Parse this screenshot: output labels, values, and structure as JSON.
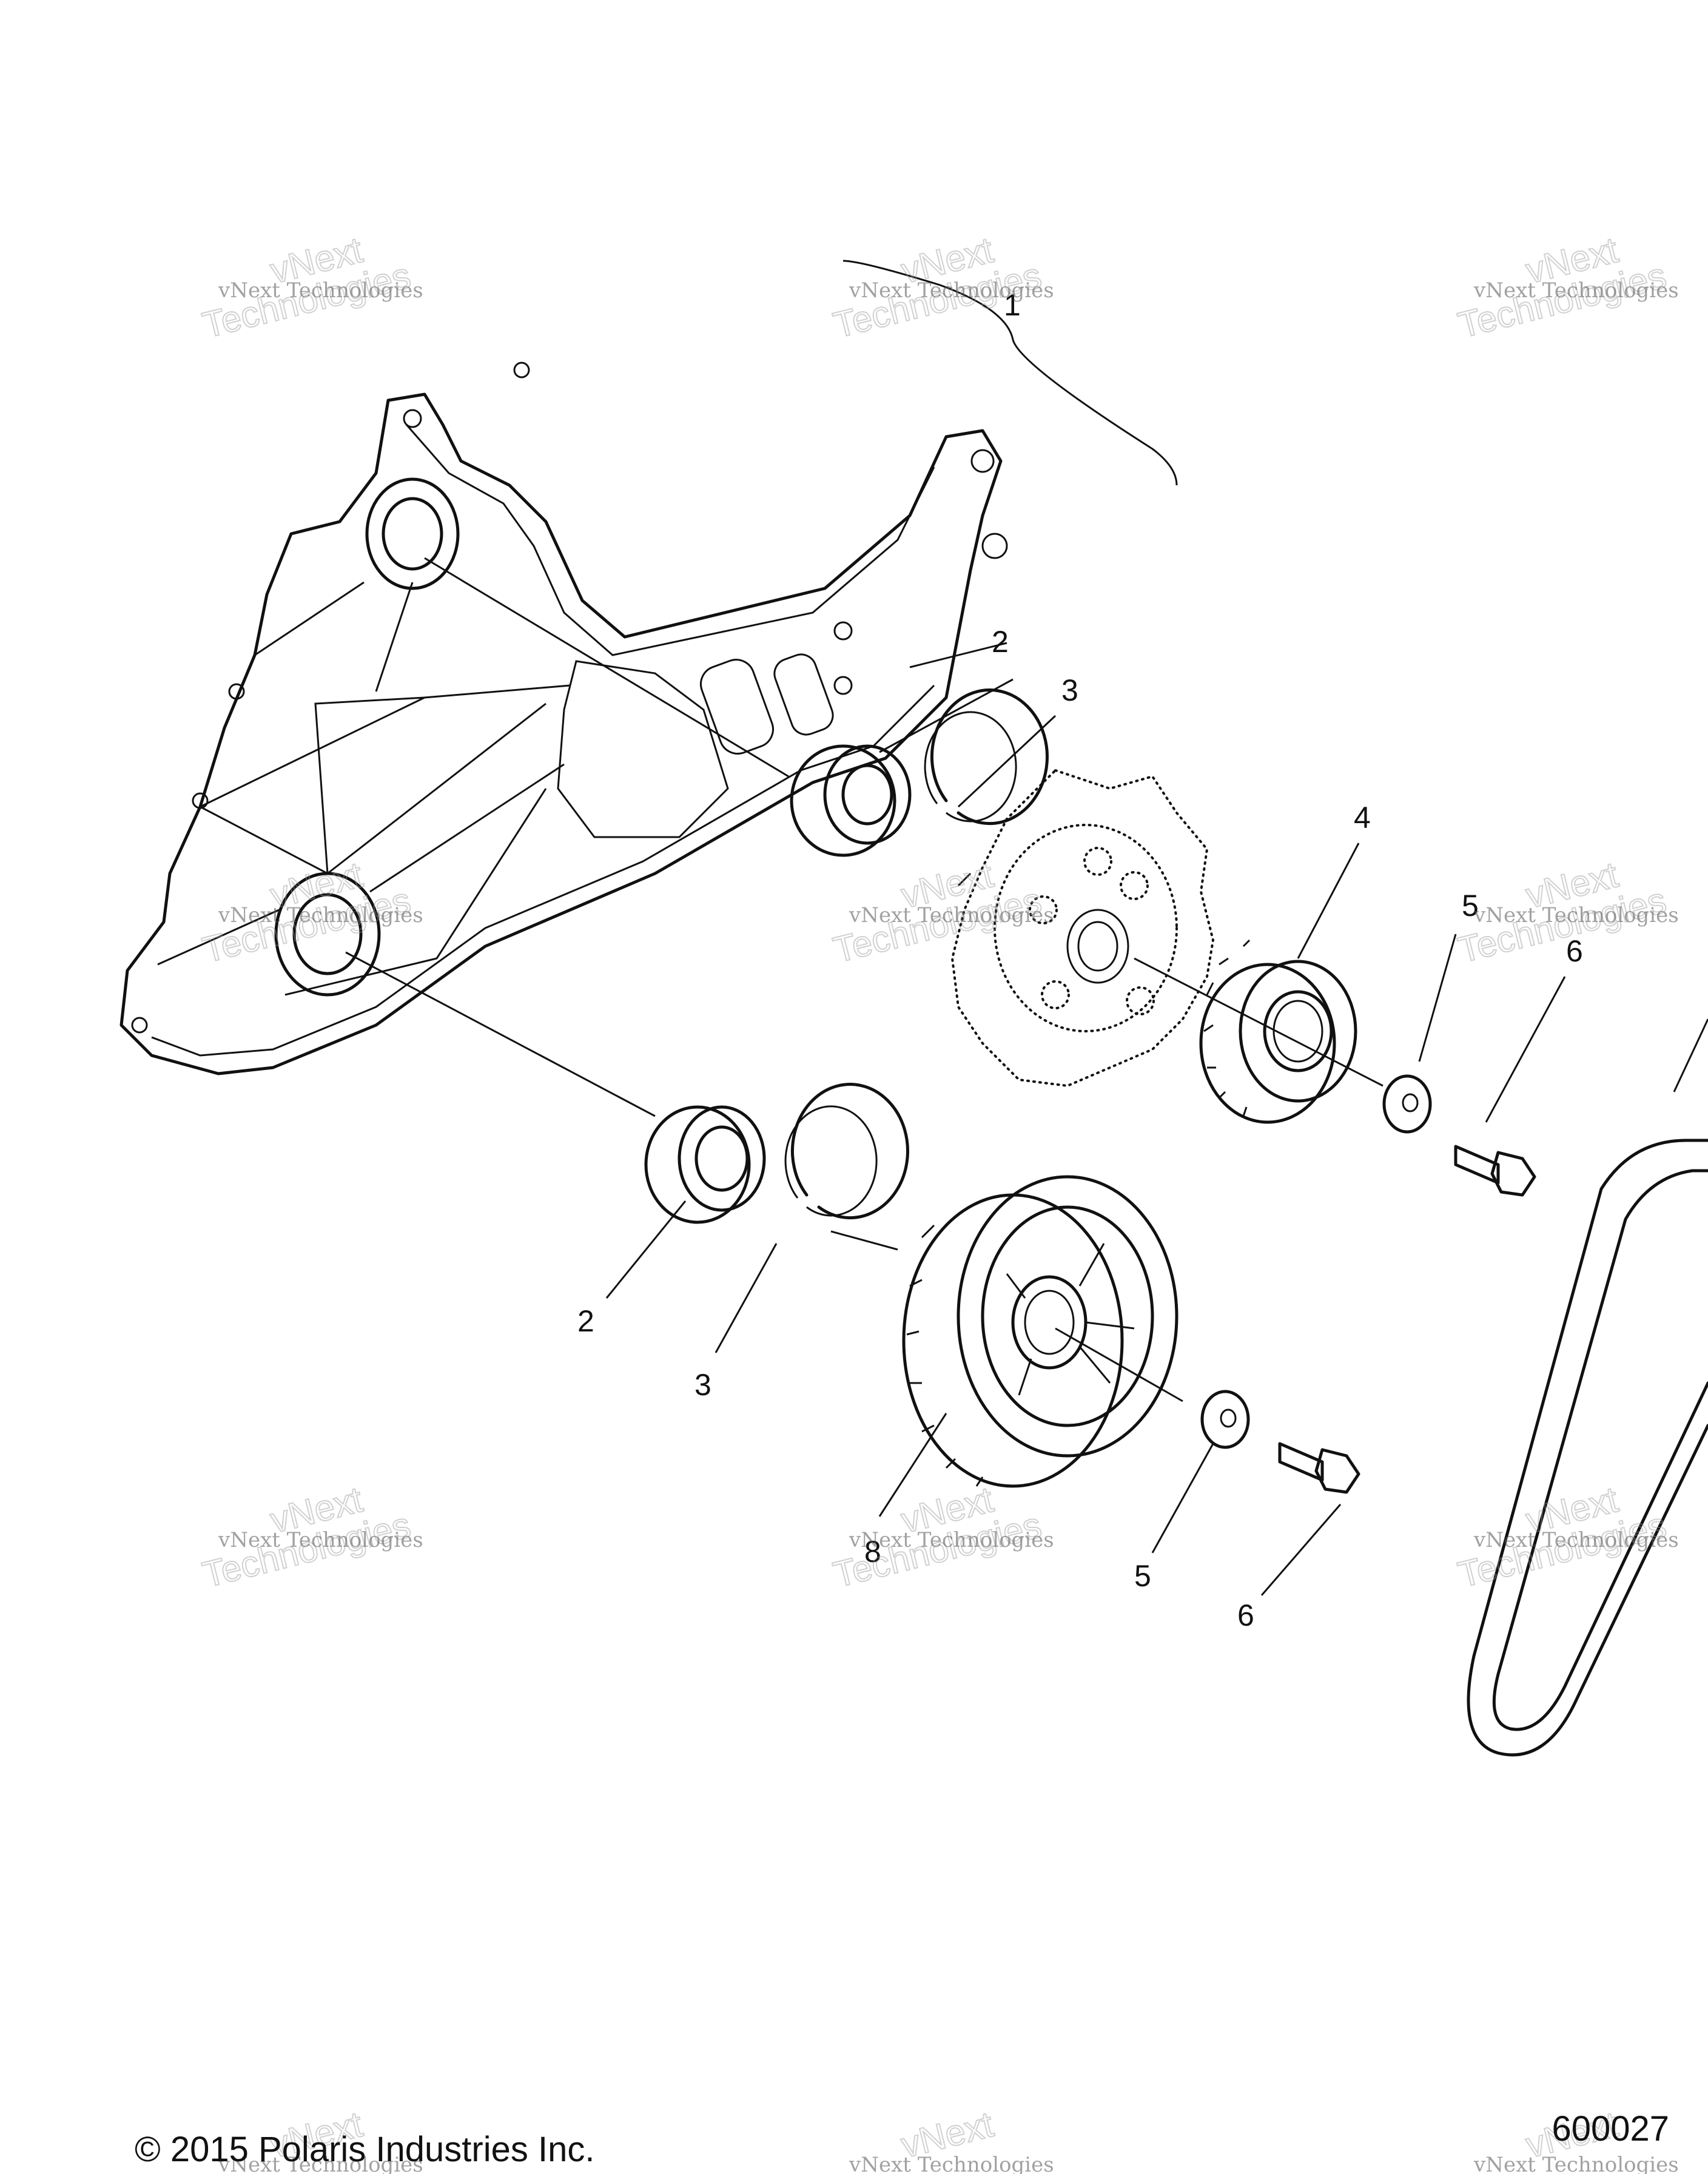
{
  "diagram": {
    "callouts": [
      {
        "id": "c1",
        "label": "1"
      },
      {
        "id": "c2a",
        "label": "2"
      },
      {
        "id": "c3a",
        "label": "3"
      },
      {
        "id": "c4",
        "label": "4"
      },
      {
        "id": "c5a",
        "label": "5"
      },
      {
        "id": "c6a",
        "label": "6"
      },
      {
        "id": "c2b",
        "label": "2"
      },
      {
        "id": "c3b",
        "label": "3"
      },
      {
        "id": "c8",
        "label": "8"
      },
      {
        "id": "c5b",
        "label": "5"
      },
      {
        "id": "c6b",
        "label": "6"
      }
    ]
  },
  "watermark": {
    "line1": "vNext Technologies",
    "line2": "vNext",
    "line3": "Technologies"
  },
  "footer": {
    "copyright": "© 2015 Polaris Industries Inc.",
    "figure_id": "600027"
  }
}
